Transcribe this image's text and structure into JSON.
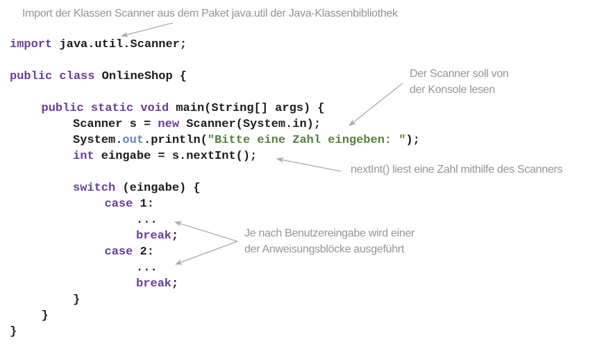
{
  "colors": {
    "keyword": "#6a3d9b",
    "plain": "#1c1c1c",
    "field": "#6287ba",
    "string": "#56813c",
    "annotation": "#949494",
    "arrow": "#a9a9a9",
    "bg": "#ffffff"
  },
  "annotations": {
    "import_note": {
      "text": "Import der Klassen Scanner aus dem Paket java.util der Java-Klassenbibliothek"
    },
    "scanner_note": {
      "line1": "Der Scanner soll von",
      "line2": "der Konsole lesen"
    },
    "nextint_note": {
      "text": "nextInt() liest eine Zahl mithilfe des Scanners"
    },
    "switch_note": {
      "line1": "Je nach Benutzereingabe wird einer",
      "line2": "der Anweisungsblöcke ausgeführt"
    }
  },
  "code": {
    "language": "java",
    "lines": [
      {
        "indent": 0,
        "tokens": [
          {
            "type": "keyword",
            "text": "import"
          },
          {
            "type": "plain",
            "text": " java.util.Scanner;"
          }
        ]
      },
      {
        "indent": 0,
        "tokens": []
      },
      {
        "indent": 0,
        "tokens": [
          {
            "type": "keyword",
            "text": "public"
          },
          {
            "type": "plain",
            "text": " "
          },
          {
            "type": "keyword",
            "text": "class"
          },
          {
            "type": "plain",
            "text": " OnlineShop {"
          }
        ]
      },
      {
        "indent": 0,
        "tokens": []
      },
      {
        "indent": 1,
        "tokens": [
          {
            "type": "keyword",
            "text": "public"
          },
          {
            "type": "plain",
            "text": " "
          },
          {
            "type": "keyword",
            "text": "static"
          },
          {
            "type": "plain",
            "text": " "
          },
          {
            "type": "keyword",
            "text": "void"
          },
          {
            "type": "plain",
            "text": " main(String[] args) {"
          }
        ]
      },
      {
        "indent": 2,
        "tokens": [
          {
            "type": "plain",
            "text": "Scanner s = "
          },
          {
            "type": "keyword",
            "text": "new"
          },
          {
            "type": "plain",
            "text": " Scanner(System.in);"
          }
        ]
      },
      {
        "indent": 2,
        "tokens": [
          {
            "type": "plain",
            "text": "System."
          },
          {
            "type": "field",
            "text": "out"
          },
          {
            "type": "plain",
            "text": ".println("
          },
          {
            "type": "string",
            "text": "\"Bitte eine Zahl eingeben: \""
          },
          {
            "type": "plain",
            "text": ");"
          }
        ]
      },
      {
        "indent": 2,
        "tokens": [
          {
            "type": "keyword",
            "text": "int"
          },
          {
            "type": "plain",
            "text": " eingabe = s.nextInt();"
          }
        ]
      },
      {
        "indent": 0,
        "tokens": []
      },
      {
        "indent": 2,
        "tokens": [
          {
            "type": "keyword",
            "text": "switch"
          },
          {
            "type": "plain",
            "text": " (eingabe) {"
          }
        ]
      },
      {
        "indent": 3,
        "tokens": [
          {
            "type": "keyword",
            "text": "case"
          },
          {
            "type": "plain",
            "text": " 1:"
          }
        ]
      },
      {
        "indent": 4,
        "tokens": [
          {
            "type": "plain",
            "text": "..."
          }
        ]
      },
      {
        "indent": 4,
        "tokens": [
          {
            "type": "keyword",
            "text": "break"
          },
          {
            "type": "plain",
            "text": ";"
          }
        ]
      },
      {
        "indent": 3,
        "tokens": [
          {
            "type": "keyword",
            "text": "case"
          },
          {
            "type": "plain",
            "text": " 2:"
          }
        ]
      },
      {
        "indent": 4,
        "tokens": [
          {
            "type": "plain",
            "text": "..."
          }
        ]
      },
      {
        "indent": 4,
        "tokens": [
          {
            "type": "keyword",
            "text": "break"
          },
          {
            "type": "plain",
            "text": ";"
          }
        ]
      },
      {
        "indent": 2,
        "tokens": [
          {
            "type": "plain",
            "text": "}"
          }
        ]
      },
      {
        "indent": 1,
        "tokens": [
          {
            "type": "plain",
            "text": "}"
          }
        ]
      },
      {
        "indent": 0,
        "tokens": [
          {
            "type": "plain",
            "text": "}"
          }
        ]
      }
    ]
  }
}
